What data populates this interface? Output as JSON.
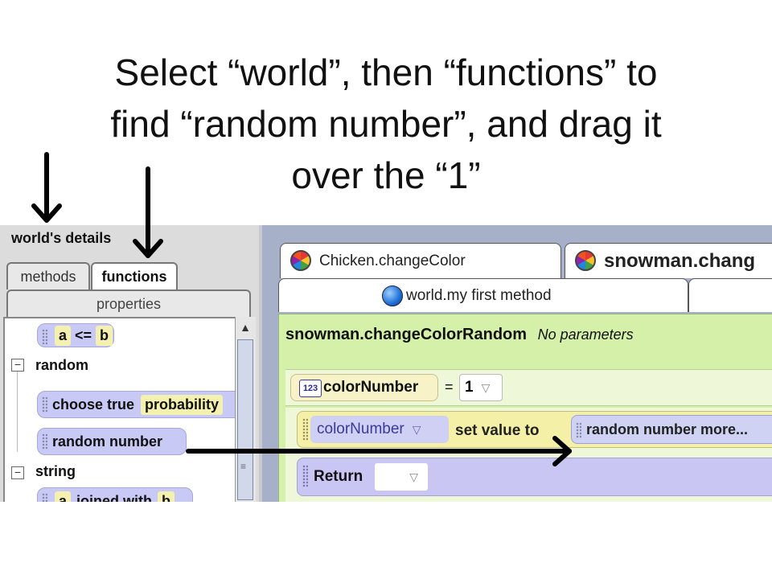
{
  "caption": {
    "line1": "Select “world”, then “functions” to",
    "line2": "find “random number”, and drag it",
    "line3": "over the “1”"
  },
  "details_panel": {
    "title": "world's details",
    "tabs": {
      "methods": "methods",
      "functions": "functions",
      "properties": "properties"
    },
    "active_tab": "functions",
    "items": {
      "compare_a": "a",
      "compare_op": "<=",
      "compare_b": "b",
      "cat_random": "random",
      "choose_true": "choose true",
      "probability": "probability",
      "random_number": "random number",
      "cat_string": "string",
      "joined_a": "a",
      "joined_with": "joined with",
      "joined_b": "b"
    }
  },
  "editor": {
    "tabs": {
      "chicken": "Chicken.changeColor",
      "snowman": "snowman.chang",
      "world": "world.my first method"
    },
    "method_name": "snowman.changeColorRandom",
    "method_params": "No parameters",
    "variable": {
      "icon_text": "123",
      "name": "colorNumber",
      "equals": "=",
      "value": "1"
    },
    "set_statement": {
      "target": "colorNumber",
      "label": "set value to",
      "value_tile": "random number  more..."
    },
    "return_label": "Return"
  },
  "colors": {
    "editor_bg": "#d5f0a8",
    "tile_purple": "#c9c9f5",
    "statement_yellow": "#f4f0a8",
    "panel_gray": "#dcdcdc"
  }
}
